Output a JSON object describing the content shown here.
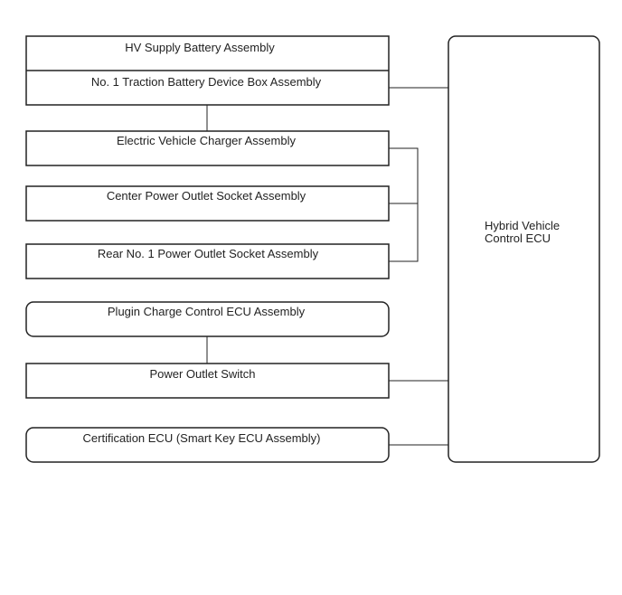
{
  "blocks": {
    "hv_battery": "HV Supply Battery Assembly",
    "device_box": "No. 1 Traction Battery Device Box Assembly",
    "ev_charger": "Electric Vehicle Charger Assembly",
    "center_outlet": "Center Power Outlet Socket Assembly",
    "rear_outlet": "Rear No. 1 Power Outlet Socket Assembly",
    "plugin_ecu": "Plugin Charge Control ECU Assembly",
    "outlet_switch": "Power Outlet Switch",
    "certification_ecu": "Certification ECU (Smart Key ECU Assembly)",
    "hybrid_ecu_line1": "Hybrid Vehicle",
    "hybrid_ecu_line2": "Control ECU"
  },
  "colors": {
    "stroke": "#222222",
    "background": "#ffffff"
  }
}
